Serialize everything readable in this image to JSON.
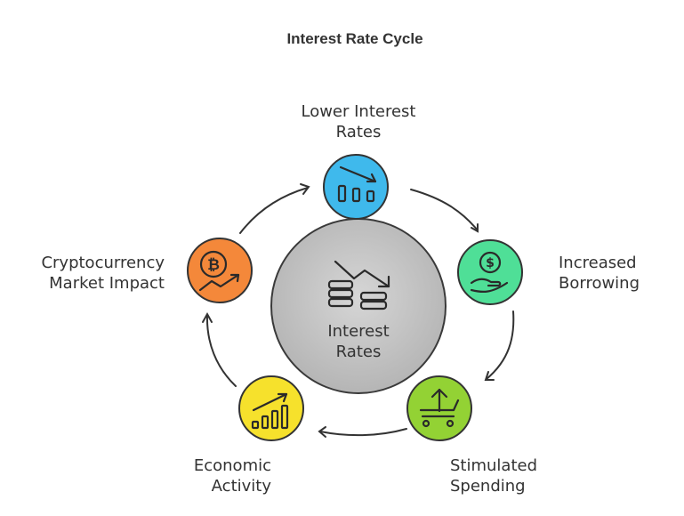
{
  "title": "Interest Rate Cycle",
  "center": {
    "label_line1": "Interest",
    "label_line2": "Rates",
    "icon": "falling-coins-icon",
    "color": "#c4c4c4"
  },
  "steps": [
    {
      "line1": "Lower Interest",
      "line2": "Rates",
      "icon": "declining-bar-chart-icon",
      "color": "#3fb9ec"
    },
    {
      "line1": "Increased",
      "line2": "Borrowing",
      "icon": "hand-holding-dollar-icon",
      "color": "#4fdf97"
    },
    {
      "line1": "Stimulated",
      "line2": "Spending",
      "icon": "shopping-cart-up-arrow-icon",
      "color": "#93d234"
    },
    {
      "line1": "Economic",
      "line2": "Activity",
      "icon": "rising-bar-chart-icon",
      "color": "#f6e12c"
    },
    {
      "line1": "Cryptocurrency",
      "line2": "Market Impact",
      "icon": "bitcoin-growth-icon",
      "color": "#f4883a"
    }
  ]
}
